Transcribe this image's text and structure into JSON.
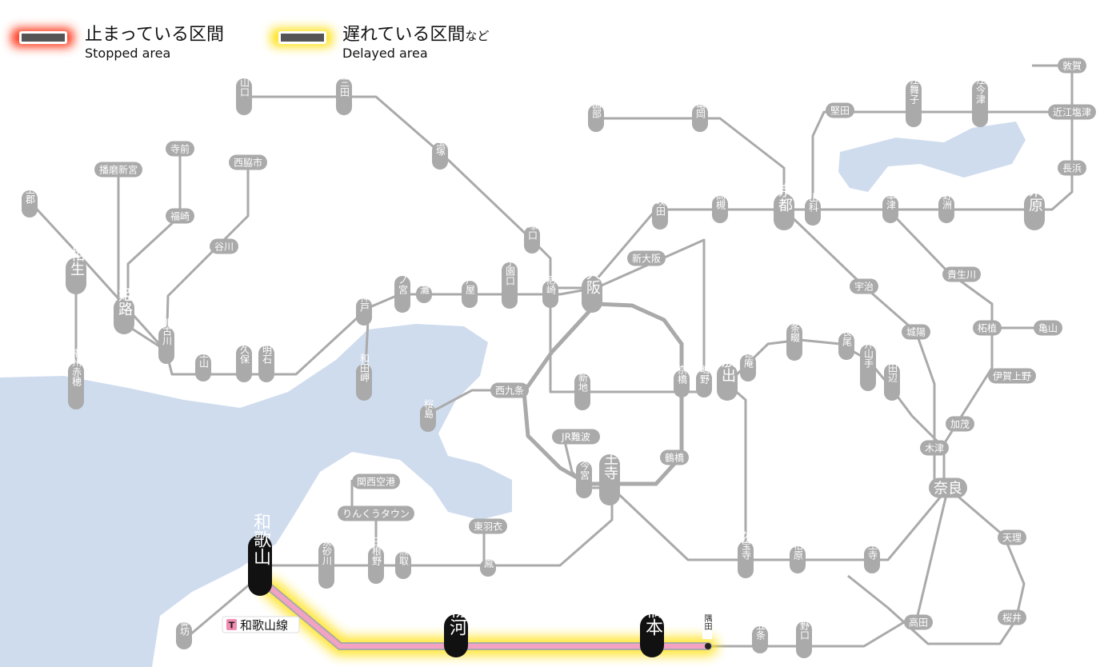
{
  "legend": [
    {
      "title": "止まっている区間",
      "subtitle": "Stopped area",
      "glow": "#ff3b1f"
    },
    {
      "title": "遅れている区間",
      "title_suffix": "など",
      "subtitle": "Delayed area",
      "glow": "#ffe21a"
    }
  ],
  "colors": {
    "water": "#cfdcee",
    "line": "#aaaaaa",
    "station_bg": "#aaaaaa",
    "station_fg": "#ffffff",
    "highlight_bg": "#111111",
    "affected_line": "#f3a2c4",
    "delay_glow": "#ffe21a",
    "badge": "#f28cb1"
  },
  "affected_line": {
    "code": "T",
    "name": "和歌山線"
  },
  "stations": [
    "篠山口",
    "新三田",
    "宝塚",
    "園部",
    "亀岡",
    "敦賀",
    "堅田",
    "近江舞子",
    "近江今津",
    "近江塩津",
    "長浜",
    "寺前",
    "播磨新宮",
    "西脇市",
    "上郡",
    "福崎",
    "谷川",
    "相生",
    "姫路",
    "加古川",
    "土山",
    "大久保",
    "西明石",
    "播州赤穂",
    "神戸",
    "和田岬",
    "三ノ宮",
    "灘",
    "芦屋",
    "甲子園口",
    "尼崎",
    "塚口",
    "大阪",
    "吹田",
    "高槻",
    "京都",
    "山科",
    "草津",
    "野洲",
    "米原",
    "新大阪",
    "宇治",
    "貴生川",
    "柘植",
    "亀山",
    "城陽",
    "伊賀上野",
    "四条畷",
    "長尾",
    "徳庵",
    "松井山手",
    "京田辺",
    "放出",
    "鴫野",
    "京橋",
    "北新地",
    "西九条",
    "桜島",
    "加茂",
    "木津",
    "JR難波",
    "新今宮",
    "天王寺",
    "鶴橋",
    "奈良",
    "天理",
    "関西空港",
    "りんくうタウン",
    "東羽衣",
    "鳳",
    "和泉砂川",
    "日根野",
    "熊取",
    "和歌山",
    "御坊",
    "粉河",
    "橋本",
    "隅田",
    "五条",
    "吉野口",
    "高田",
    "桜井",
    "王寺",
    "柏原",
    "久宝寺"
  ]
}
